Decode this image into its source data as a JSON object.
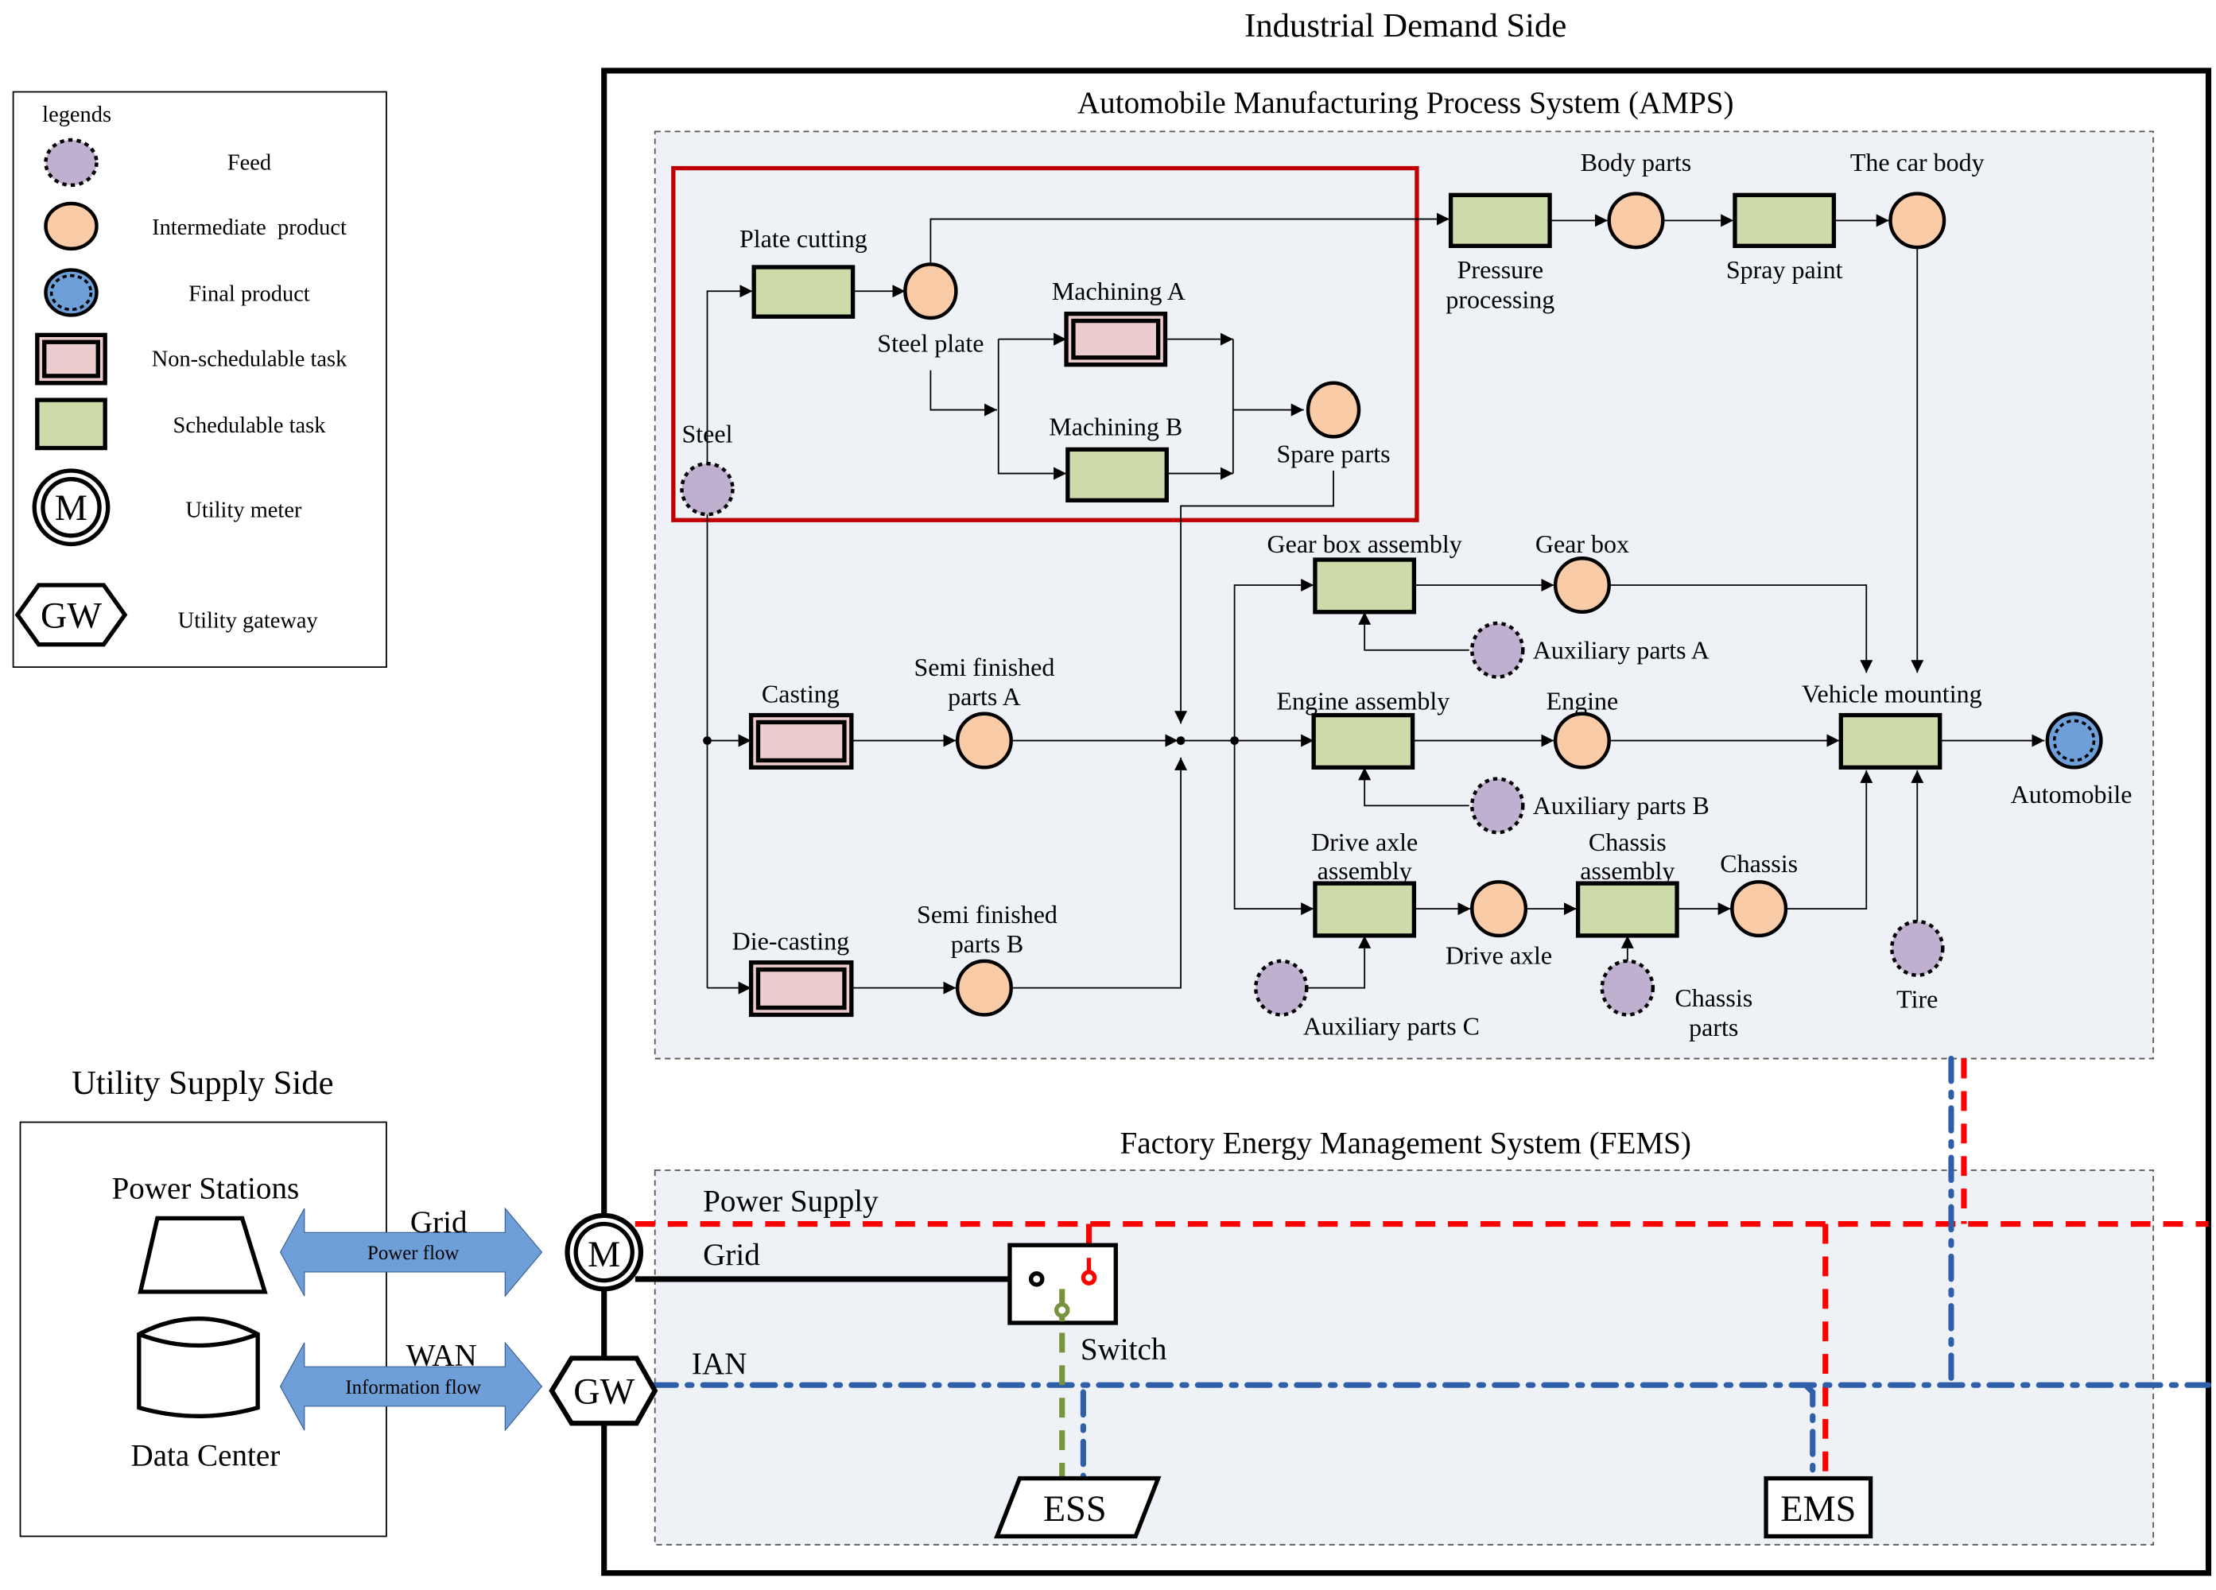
{
  "titles": {
    "industrial_demand_side": "Industrial Demand Side",
    "amps": "Automobile Manufacturing Process System (AMPS)",
    "fems": "Factory Energy Management System (FEMS)",
    "utility_supply_side": "Utility Supply Side"
  },
  "legend": {
    "title": "legends",
    "items": [
      {
        "symbol": "feed-circle",
        "label": "Feed"
      },
      {
        "symbol": "intermediate-circle",
        "label": "Intermediate  product"
      },
      {
        "symbol": "final-circle",
        "label": "Final product"
      },
      {
        "symbol": "non-schedulable-box",
        "label": "Non-schedulable task"
      },
      {
        "symbol": "schedulable-box",
        "label": "Schedulable task"
      },
      {
        "symbol": "meter-circle",
        "label": "Utility meter",
        "glyph": "M"
      },
      {
        "symbol": "gateway-hexagon",
        "label": "Utility gateway",
        "glyph": "GW"
      }
    ]
  },
  "amps": {
    "tasks": {
      "plate_cutting": "Plate cutting",
      "machining_a": "Machining A",
      "machining_b": "Machining B",
      "pressure_processing_1": "Pressure",
      "pressure_processing_2": "processing",
      "spray_paint": "Spray paint",
      "casting": "Casting",
      "die_casting": "Die-casting",
      "gear_box_assembly": "Gear box assembly",
      "engine_assembly": "Engine assembly",
      "drive_axle_assembly_1": "Drive axle",
      "drive_axle_assembly_2": "assembly",
      "chassis_assembly_1": "Chassis",
      "chassis_assembly_2": "assembly",
      "vehicle_mounting": "Vehicle mounting"
    },
    "products": {
      "steel": "Steel",
      "steel_plate": "Steel plate",
      "spare_parts": "Spare parts",
      "body_parts": "Body parts",
      "car_body": "The car body",
      "semi_a_1": "Semi finished",
      "semi_a_2": "parts A",
      "semi_b_1": "Semi finished",
      "semi_b_2": "parts B",
      "gear_box": "Gear box",
      "engine": "Engine",
      "drive_axle": "Drive axle",
      "chassis": "Chassis",
      "aux_a": "Auxiliary parts A",
      "aux_b": "Auxiliary parts B",
      "aux_c": "Auxiliary parts C",
      "chassis_parts_1": "Chassis",
      "chassis_parts_2": "parts",
      "tire": "Tire",
      "automobile": "Automobile"
    }
  },
  "fems": {
    "power_supply": "Power Supply",
    "grid": "Grid",
    "switch": "Switch",
    "ian": "IAN",
    "ess": "ESS",
    "ems": "EMS"
  },
  "utility": {
    "power_stations": "Power Stations",
    "data_center": "Data Center",
    "grid_label": "Grid",
    "power_flow": "Power flow",
    "wan_label": "WAN",
    "information_flow": "Information flow",
    "meter_glyph": "M",
    "gateway_glyph": "GW"
  },
  "colors": {
    "schedulable": "#ccdba9",
    "non_schedulable": "#eccccc",
    "intermediate": "#f9cba6",
    "feed": "#c0b0d0",
    "final": "#6f9fd8",
    "highlight_box": "#c00000",
    "power_line": "#ff0000",
    "ian_line": "#2f5fa8",
    "ess_line": "#77933c",
    "flow_arrow": "#6f9fd8",
    "panel": "#eef1f6"
  }
}
